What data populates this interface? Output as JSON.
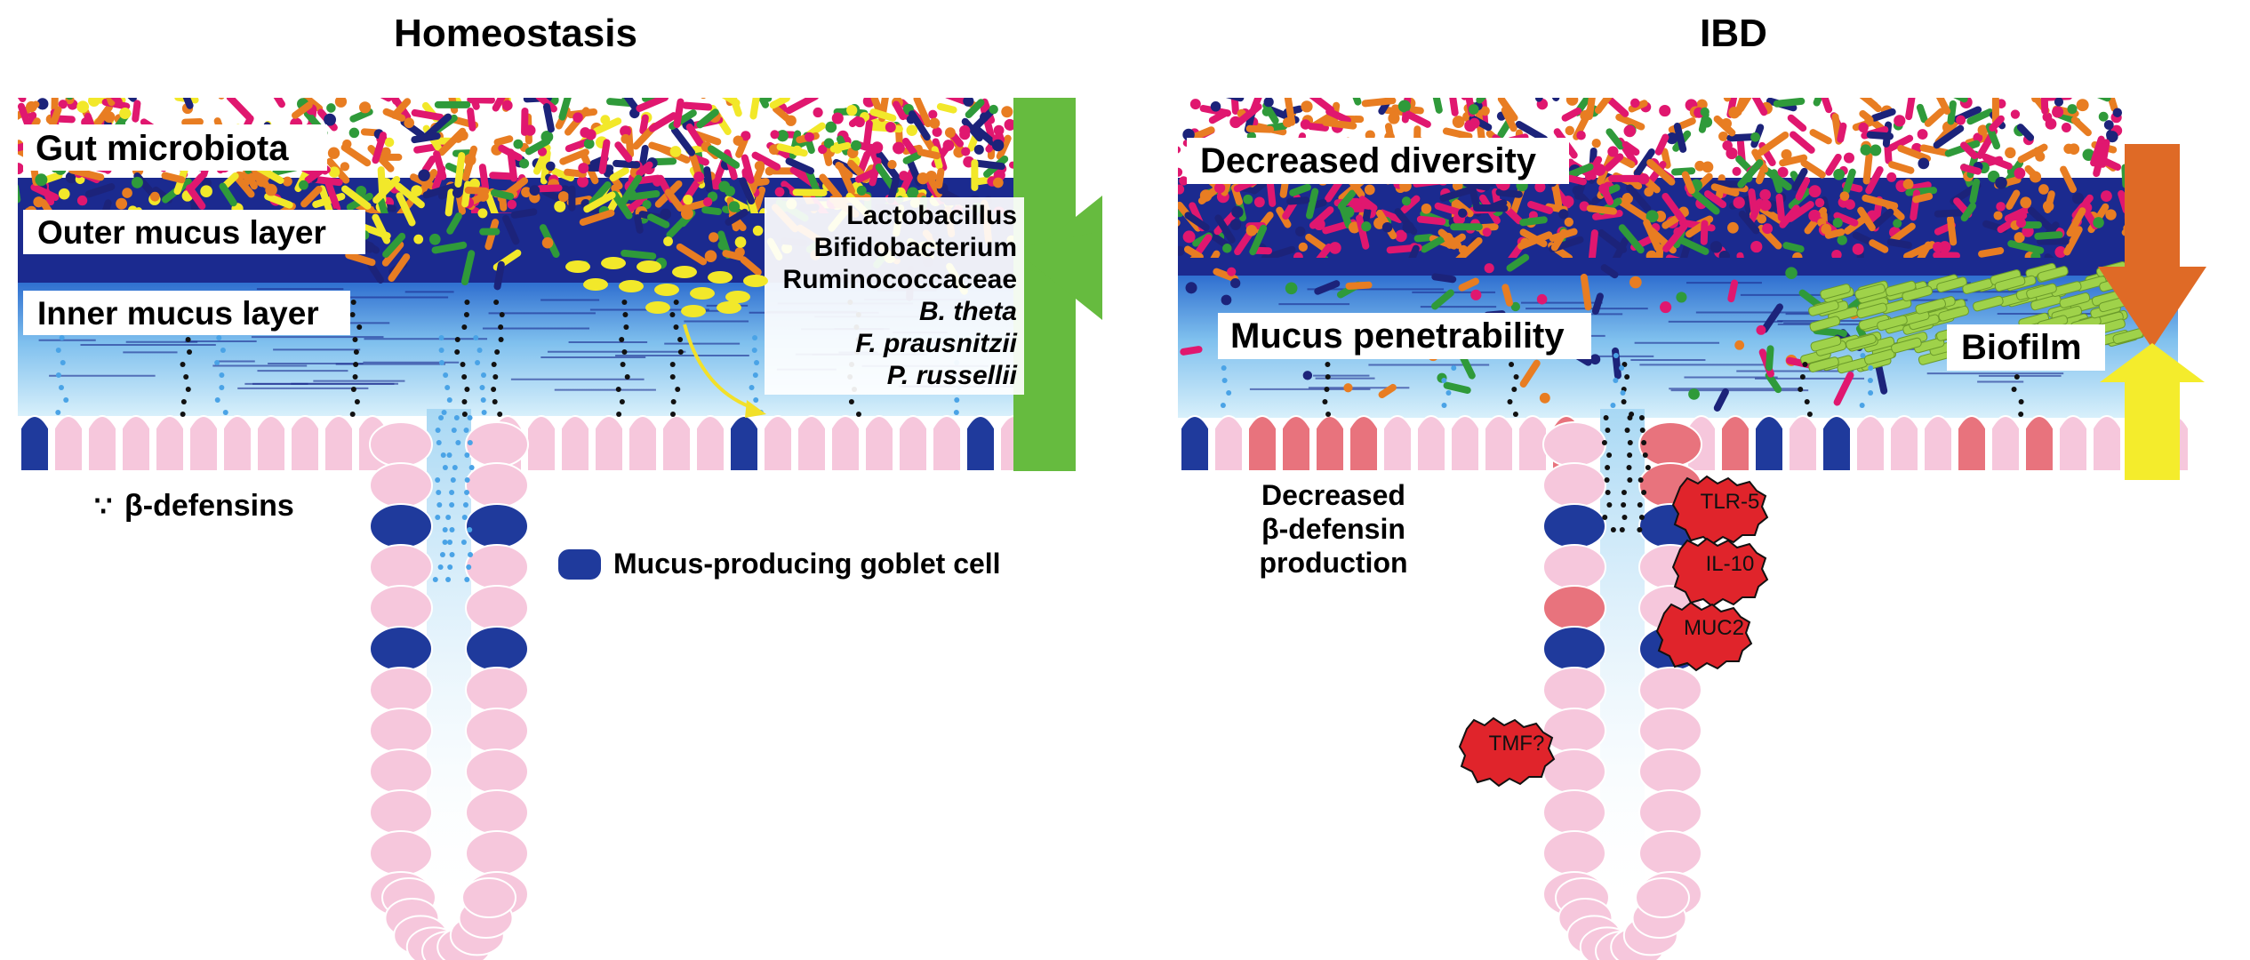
{
  "colors": {
    "microbe_pink": "#e0176f",
    "microbe_orange": "#e87d22",
    "microbe_green": "#2f9a3a",
    "microbe_navy": "#1c237a",
    "microbe_yellow": "#f2e82a",
    "outer_mucus": "#1b2a8f",
    "inner_mucus_top": "#2f6fd0",
    "inner_mucus_bottom": "#d8f0fb",
    "epithelium_pink": "#f6c7dc",
    "inflamed_epithelium": "#e8737d",
    "goblet_cell": "#1f3a9c",
    "defensin_dot": "#111111",
    "mucin_dot": "#4aa3e6",
    "homeostasis_arrow": "#66bb3f",
    "ibd_down_arrow": "#df6a26",
    "ibd_up_arrow": "#f4ec2c",
    "biofilm_green": "#9fd24a",
    "receptor_red": "#e0242b"
  },
  "left": {
    "title": "Homeostasis",
    "gut_microbiota": "Gut microbiota",
    "outer_mucus": "Outer mucus layer",
    "inner_mucus": "Inner mucus layer",
    "beneficial_bacteria": [
      "Lactobacillus",
      "Bifidobacterium",
      "Ruminococcaceae",
      "B. theta",
      "F. prausnitzii",
      "P. russellii"
    ],
    "defensins_symbol": "∵",
    "defensins": "β-defensins",
    "goblet_cell_legend": "Mucus-producing goblet cell",
    "arrow_icon": "double-headed-green-arrow-icon"
  },
  "right": {
    "title": "IBD",
    "decreased_diversity": "Decreased diversity",
    "mucus_penetrability": "Mucus penetrability",
    "biofilm": "Biofilm",
    "decreased_defensin": [
      "Decreased",
      "β-defensin",
      "production"
    ],
    "receptors": [
      "TLR-5",
      "IL-10",
      "MUC2",
      "TMF?"
    ],
    "arrow_icon": "orange-down-yellow-up-arrow-icon"
  }
}
